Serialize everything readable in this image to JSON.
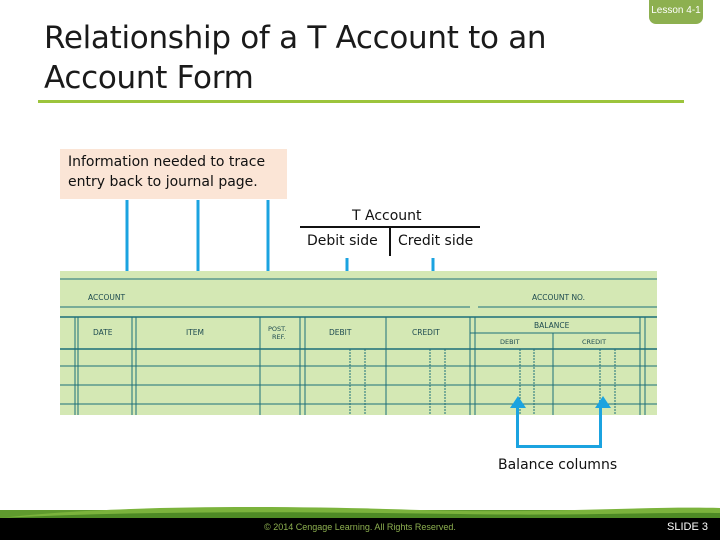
{
  "header": {
    "title": "Relationship of a T Account to an Account Form",
    "lesson_tab": "Lesson 4-1"
  },
  "callout": {
    "text": "Information needed to trace entry back to journal page."
  },
  "t_account": {
    "title": "T Account",
    "debit_label": "Debit side",
    "credit_label": "Credit side"
  },
  "account_form": {
    "account_label": "ACCOUNT",
    "account_no_label": "ACCOUNT NO.",
    "balance_label": "BALANCE",
    "columns": [
      "DATE",
      "ITEM",
      "POST. REF.",
      "DEBIT",
      "CREDIT"
    ],
    "balance_columns": [
      "DEBIT",
      "CREDIT"
    ],
    "colors": {
      "form_bg": "#d4e8b4",
      "form_line": "#1d6f7a",
      "arrow": "#1ba3e0"
    }
  },
  "balance_note": "Balance columns",
  "footer": {
    "copyright": "© 2014 Cengage Learning. All Rights Reserved.",
    "slide": "SLIDE 3"
  }
}
